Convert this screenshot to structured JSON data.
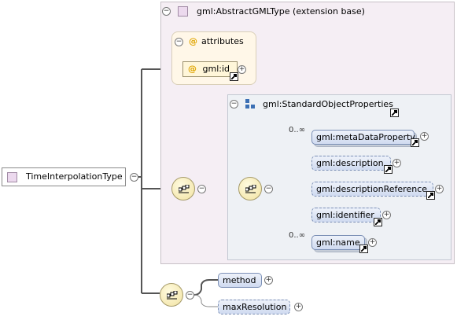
{
  "root": {
    "name": "TimeInterpolationType"
  },
  "extension": {
    "title": "gml:AbstractGMLType (extension base)"
  },
  "attributes": {
    "title": "attributes",
    "at_symbol": "@",
    "items": [
      {
        "name": "gml:id"
      }
    ]
  },
  "standard_props": {
    "title": "gml:StandardObjectProperties"
  },
  "sequence_elements": [
    {
      "name": "gml:metaDataProperty",
      "occurs": "0..∞"
    },
    {
      "name": "gml:description",
      "occurs": ""
    },
    {
      "name": "gml:descriptionReference",
      "occurs": ""
    },
    {
      "name": "gml:identifier",
      "occurs": ""
    },
    {
      "name": "gml:name",
      "occurs": "0..∞"
    }
  ],
  "local_elements": [
    {
      "name": "method",
      "optional": false
    },
    {
      "name": "maxResolution",
      "optional": true
    }
  ],
  "symbols": {
    "collapse": "−",
    "expand": "+"
  },
  "colors": {
    "extension_bg": "#f5eef4",
    "attributes_bg": "#fff7e8",
    "sequence_bg": "#eef1f5",
    "element_fill": "#cfdaf0",
    "compositor_fill": "#f1e2a1",
    "attribute_at": "#e0a500"
  }
}
